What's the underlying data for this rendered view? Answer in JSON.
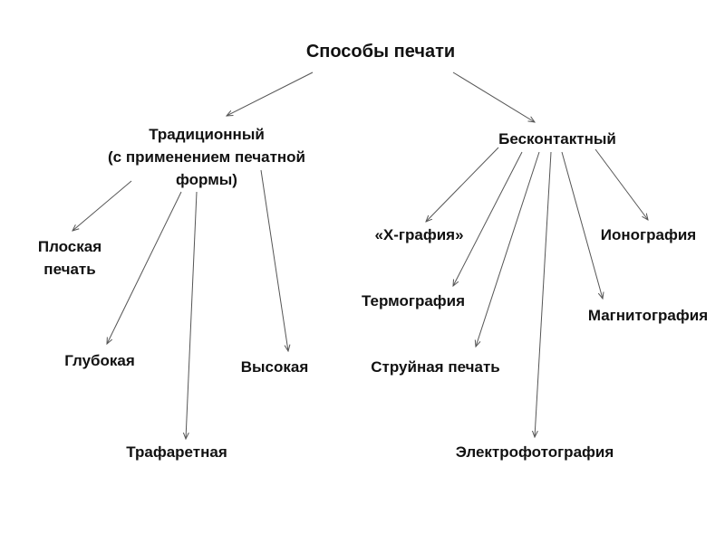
{
  "root": "Способы печати",
  "traditional": {
    "line1": "Традиционный",
    "line2": "(с применением печатной",
    "line3": "формы)"
  },
  "contactless": "Бесконтактный",
  "traditional_children": {
    "flat_line1": "Плоская",
    "flat_line2": "печать",
    "gravure": "Глубокая",
    "stencil": "Трафаретная",
    "relief": "Высокая"
  },
  "contactless_children": {
    "x_graphy": "«Х-графия»",
    "thermography": "Термография",
    "inkjet": "Струйная печать",
    "electrophotography": "Электрофотография",
    "magnetography": "Магнитография",
    "ionography": "Ионография"
  },
  "colors": {
    "text": "#111111",
    "lines": "#555555"
  }
}
